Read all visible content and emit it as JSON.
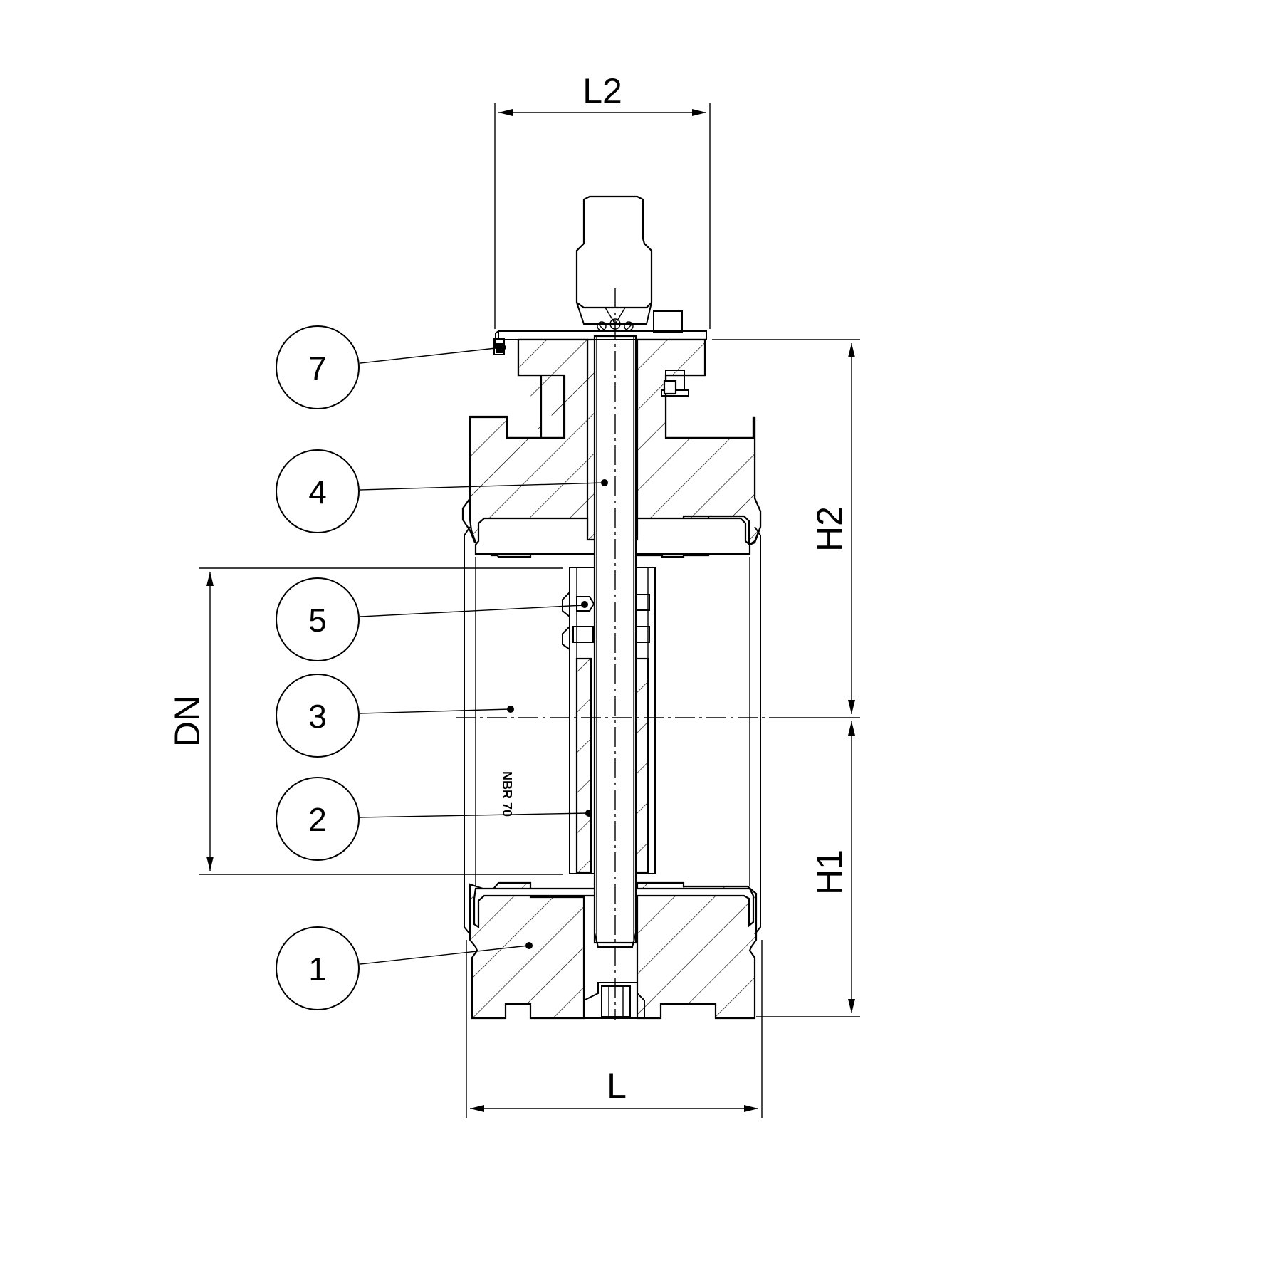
{
  "dimensions": {
    "L2": "L2",
    "H2": "H2",
    "DN": "DN",
    "H1": "H1",
    "L": "L"
  },
  "balloons": [
    {
      "id": "7",
      "label": "7"
    },
    {
      "id": "4",
      "label": "4"
    },
    {
      "id": "5",
      "label": "5"
    },
    {
      "id": "3",
      "label": "3"
    },
    {
      "id": "2",
      "label": "2"
    },
    {
      "id": "1",
      "label": "1"
    }
  ],
  "seat_marking": "NBR 70"
}
